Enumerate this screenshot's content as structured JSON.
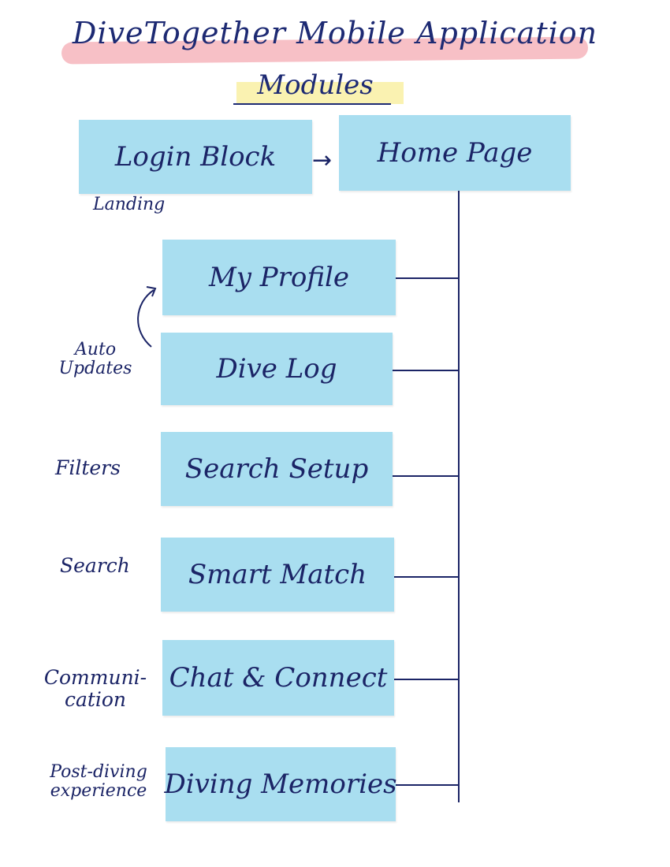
{
  "title": "DiveTogether Mobile Application",
  "subtitle": "Modules",
  "top_row": {
    "login": "Login Block",
    "home": "Home Page",
    "login_note": "Landing"
  },
  "modules": [
    {
      "label": "My Profile",
      "side": ""
    },
    {
      "label": "Dive Log",
      "side": "Auto Updates"
    },
    {
      "label": "Search Setup",
      "side": "Filters"
    },
    {
      "label": "Smart Match",
      "side": "Search"
    },
    {
      "label": "Chat & Connect",
      "side": "Communi- cation"
    },
    {
      "label": "Diving Memories",
      "side": "Post-diving experience"
    }
  ],
  "colors": {
    "sticky_note": "#a9def0",
    "ink": "#1b2466",
    "title_highlight": "#f6b5bc",
    "subtitle_highlight": "#faf1a8"
  }
}
